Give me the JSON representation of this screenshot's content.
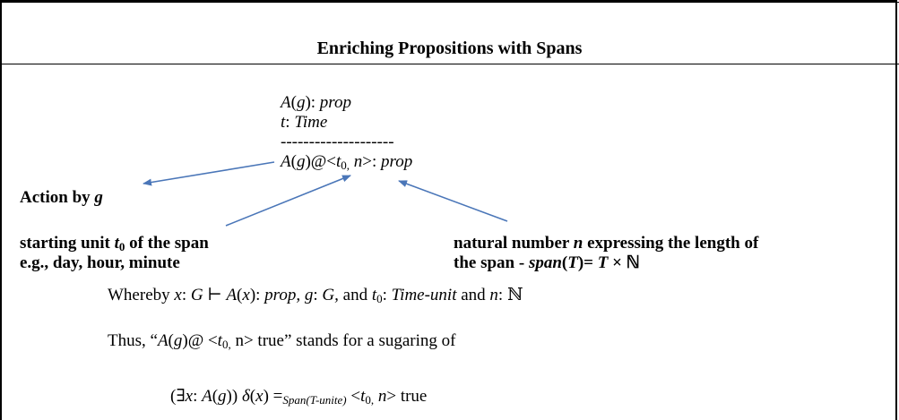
{
  "title": "Enriching Propositions with Spans",
  "rule": {
    "premise1": {
      "a": "A",
      "g": "g",
      "colon": ": ",
      "type": "prop"
    },
    "premise2": {
      "t": "t",
      "colon": ": ",
      "type": "Time"
    },
    "separator": "--------------------",
    "conclusion": {
      "a": "A",
      "g": "g",
      "at": "@<",
      "t": "t",
      "sub": "0,",
      "n": "n",
      "close": ">: ",
      "type": "prop"
    }
  },
  "labels": {
    "action": {
      "text": "Action by ",
      "var": "g"
    },
    "start1": {
      "pre": "starting unit ",
      "t": "t",
      "sub": "0",
      "post": " of the span"
    },
    "start2": "e.g., day, hour, minute",
    "natural1": {
      "pre": "natural number ",
      "n": "n",
      "post": " expressing the length of"
    },
    "natural2": {
      "pre": "the span - ",
      "span": "span",
      "T1": "T",
      "eq": ")= ",
      "T2": "T",
      "times": " × ℕ"
    }
  },
  "whereby": {
    "pre": "Whereby ",
    "x": "x",
    "g_colon": ": ",
    "G": "G",
    "turnstile": " ⊢ ",
    "A": "A",
    "x2": "x",
    "rp": "): ",
    "prop": "prop,",
    "g": " g",
    "c2": ": ",
    "G2": "G,",
    "and1": " and ",
    "t": "t",
    "sub": "0",
    "c3": ": ",
    "tu": "Time-unit",
    "and2": " and ",
    "n": "n",
    "c4": ": ℕ"
  },
  "thus": {
    "pre": "Thus, “",
    "A": "A",
    "g": "g",
    "at": "@ <",
    "t": "t",
    "sub": "0,",
    "n": " n> true” stands for a sugaring of"
  },
  "formula": {
    "open": "(∃",
    "x": "x",
    "colon": ": ",
    "A": "A",
    "g": "g",
    "rp": "))  ",
    "delta": "δ",
    "x2": "x",
    "eq": ") =",
    "span_sub": "Span(T-unite)",
    "lt": " <",
    "t": "t",
    "sub": "0,",
    "n": " n",
    "tail": "> true"
  },
  "colors": {
    "arrow": "#4a76b8"
  }
}
